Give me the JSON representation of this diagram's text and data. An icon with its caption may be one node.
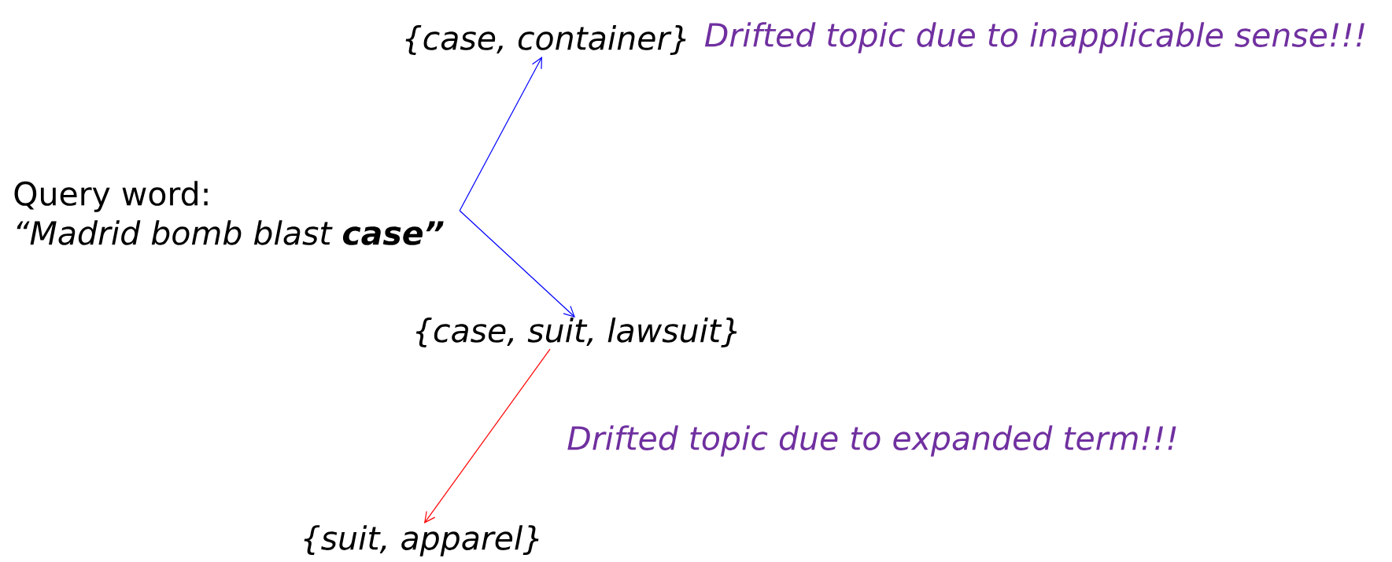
{
  "diagram": {
    "nodes": [
      {
        "text": [
          "Query word:",
          "“Madrid bomb blast **case”**"
        ]
      },
      {
        "text": [
          "{case, container}"
        ],
        "beside": [
          "Drifted topic due to inapplicable sense!!!"
        ]
      },
      {
        "text": [
          "{case, suit, lawsuit}"
        ]
      },
      {
        "text": [
          "{suit, apparel}"
        ]
      }
    ],
    "edges": [
      {
        "from": 0,
        "to": 1,
        "arrow": "to",
        "color": "#0000ff"
      },
      {
        "from": 0,
        "to": 2,
        "arrow": "to",
        "color": "#0000ff"
      },
      {
        "from": 2,
        "to": 3,
        "arrow": "to",
        "color": "#ff0000"
      }
    ],
    "labels": [
      "Drifted topic due to expanded term!!!"
    ]
  }
}
